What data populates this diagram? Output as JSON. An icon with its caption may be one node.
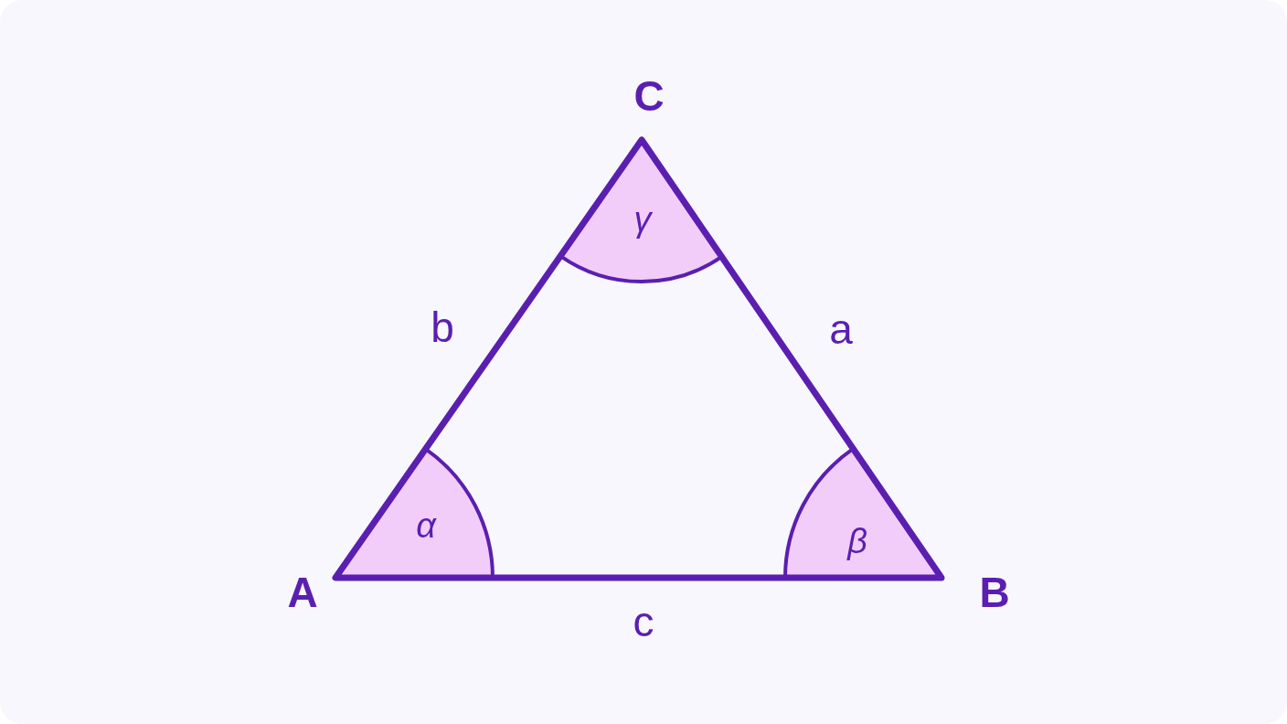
{
  "diagram": {
    "labels": [
      "C",
      "γ",
      "b",
      "a",
      "α",
      "β",
      "A",
      "c",
      "B"
    ]
  }
}
